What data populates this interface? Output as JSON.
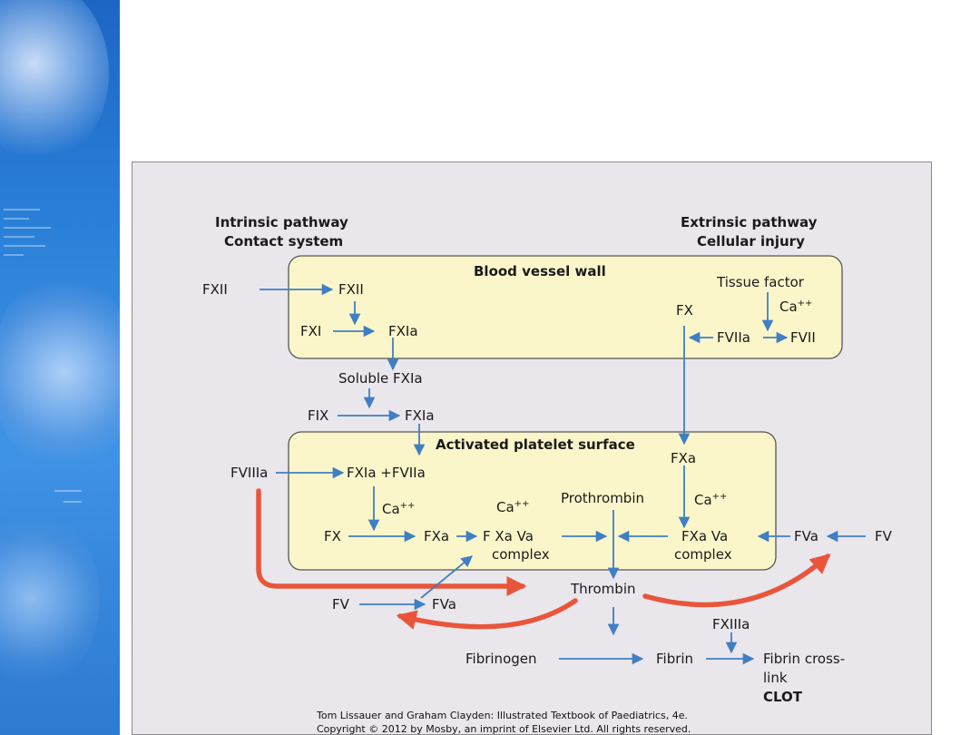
{
  "colors": {
    "arrow_blue": "#3f7fc4",
    "arrow_red": "#e9553a",
    "box_fill": "#fbf6c9",
    "panel_bg": "#e9e6ec"
  },
  "headers": {
    "intrinsic_title": "Intrinsic pathway",
    "intrinsic_sub": "Contact system",
    "extrinsic_title": "Extrinsic pathway",
    "extrinsic_sub": "Cellular injury"
  },
  "vessel_box": {
    "title": "Blood vessel wall",
    "fxii_out": "FXII",
    "fxii_in": "FXII",
    "fxi": "FXI",
    "fxia": "FXIa",
    "tissue_factor": "Tissue factor",
    "ca": "Ca",
    "ca_sup": "++",
    "fx": "FX",
    "fviia": "FVIIa",
    "fvii": "FVII"
  },
  "middle": {
    "soluble_fxia": "Soluble FXIa",
    "fix": "FIX",
    "fxia": "FXIa"
  },
  "platelet_box": {
    "title": "Activated platelet surface",
    "fviiia": "FVIIIa",
    "fxia_fviiia": "FXIa +FVIIa",
    "ca1": "Ca",
    "ca1_sup": "++",
    "ca2": "Ca",
    "ca2_sup": "++",
    "ca3": "Ca",
    "ca3_sup": "++",
    "fx": "FX",
    "fxa_left": "FXa",
    "complex_left_1": "F Xa Va",
    "complex_left_2": "complex",
    "prothrombin": "Prothrombin",
    "fxa_top": "FXa",
    "complex_right_1": "FXa Va",
    "complex_right_2": "complex",
    "fva_right": "FVa",
    "fv_right": "FV"
  },
  "bottom": {
    "thrombin": "Thrombin",
    "fv": "FV",
    "fva": "FVa",
    "fibrinogen": "Fibrinogen",
    "fibrin": "Fibrin",
    "fxiiia": "FXIIIa",
    "cross_1": "Fibrin cross-",
    "cross_2": "link",
    "clot": "CLOT"
  },
  "credit": {
    "line1": "Tom Lissauer and Graham Clayden: Illustrated Textbook of Paediatrics, 4e.",
    "line2": "Copyright © 2012 by Mosby, an imprint of Elsevier Ltd. All rights reserved."
  }
}
